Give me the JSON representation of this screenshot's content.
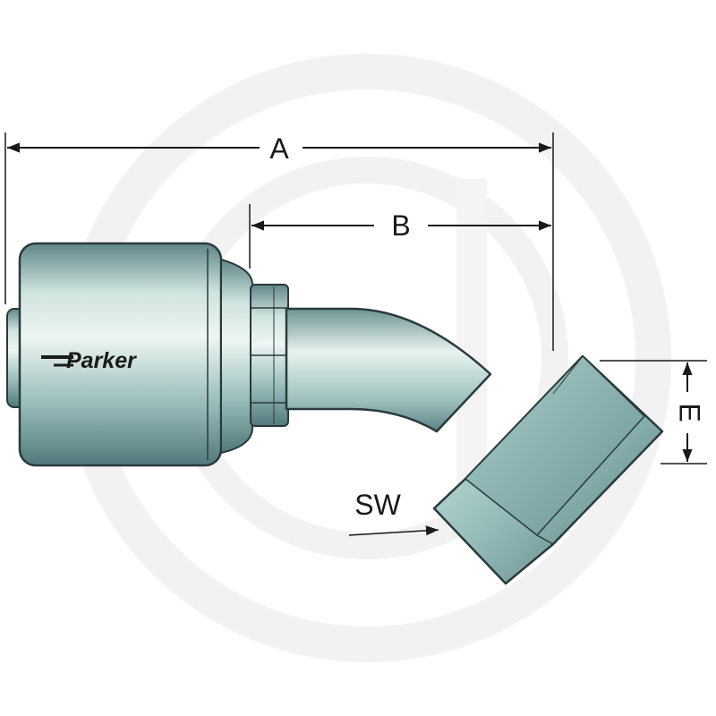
{
  "brand": {
    "logo_text": "Parker"
  },
  "dimensions": {
    "a_label": "A",
    "b_label": "B",
    "e_label": "E",
    "sw_label": "SW"
  },
  "colors": {
    "metal_dark": "#4d7577",
    "metal_mid": "#8fb8b6",
    "metal_light": "#e6f2ef",
    "outline": "#2a3a3c",
    "dimension_line": "#1a1a1a",
    "watermark": "#f3f3f3"
  }
}
